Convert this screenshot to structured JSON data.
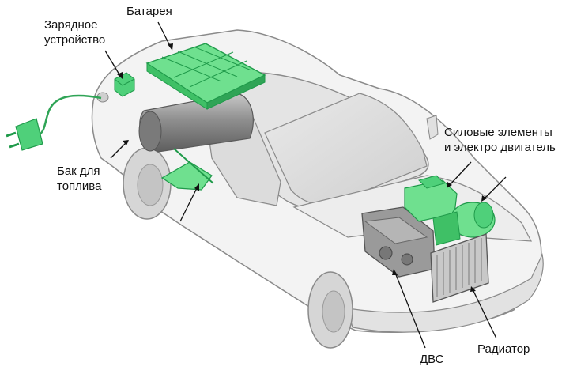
{
  "labels": {
    "charger": "Зарядное\nустройство",
    "battery": "Батарея",
    "fuel_tank": "Бак для\nтоплива",
    "power_electronics": "Силовые элементы\nи электро двигатель",
    "ice": "ДВС",
    "radiator": "Радиатор"
  },
  "colors": {
    "component_green": "#4fd07a",
    "component_green_dark": "#1f9a4a",
    "car_body": "#f2f2f2",
    "car_outline": "#8a8a8a",
    "engine_gray": "#8c8c8c",
    "tank_gray": "#9a9a9a",
    "pointer": "#111111"
  }
}
